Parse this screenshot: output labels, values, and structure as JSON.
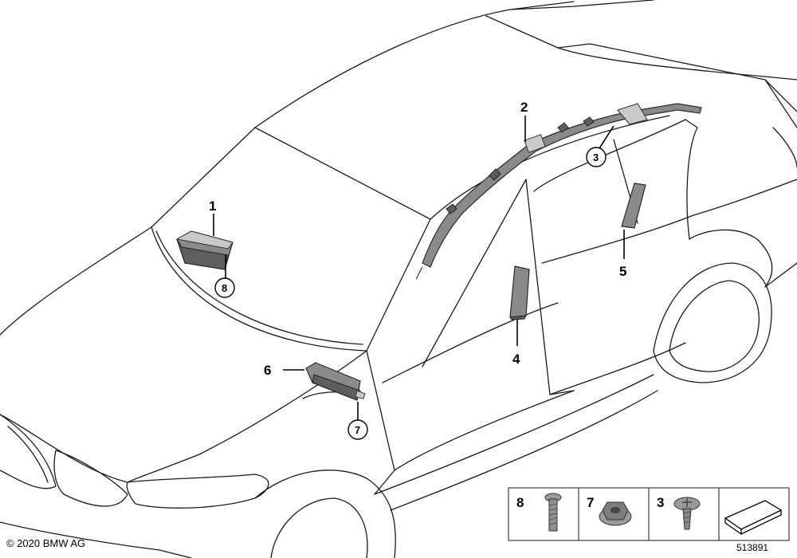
{
  "callouts": {
    "p1": "1",
    "p2": "2",
    "p3": "3",
    "p4": "4",
    "p5": "5",
    "p6": "6",
    "p7": "7",
    "p8": "8"
  },
  "legend": {
    "items": [
      {
        "number": "8",
        "icon": "bolt-icon"
      },
      {
        "number": "7",
        "icon": "nut-icon"
      },
      {
        "number": "3",
        "icon": "screw-icon"
      },
      {
        "number": "",
        "icon": "shim-icon"
      }
    ]
  },
  "footer": {
    "copyright": "© 2020 BMW AG",
    "diagram_code": "513891"
  }
}
